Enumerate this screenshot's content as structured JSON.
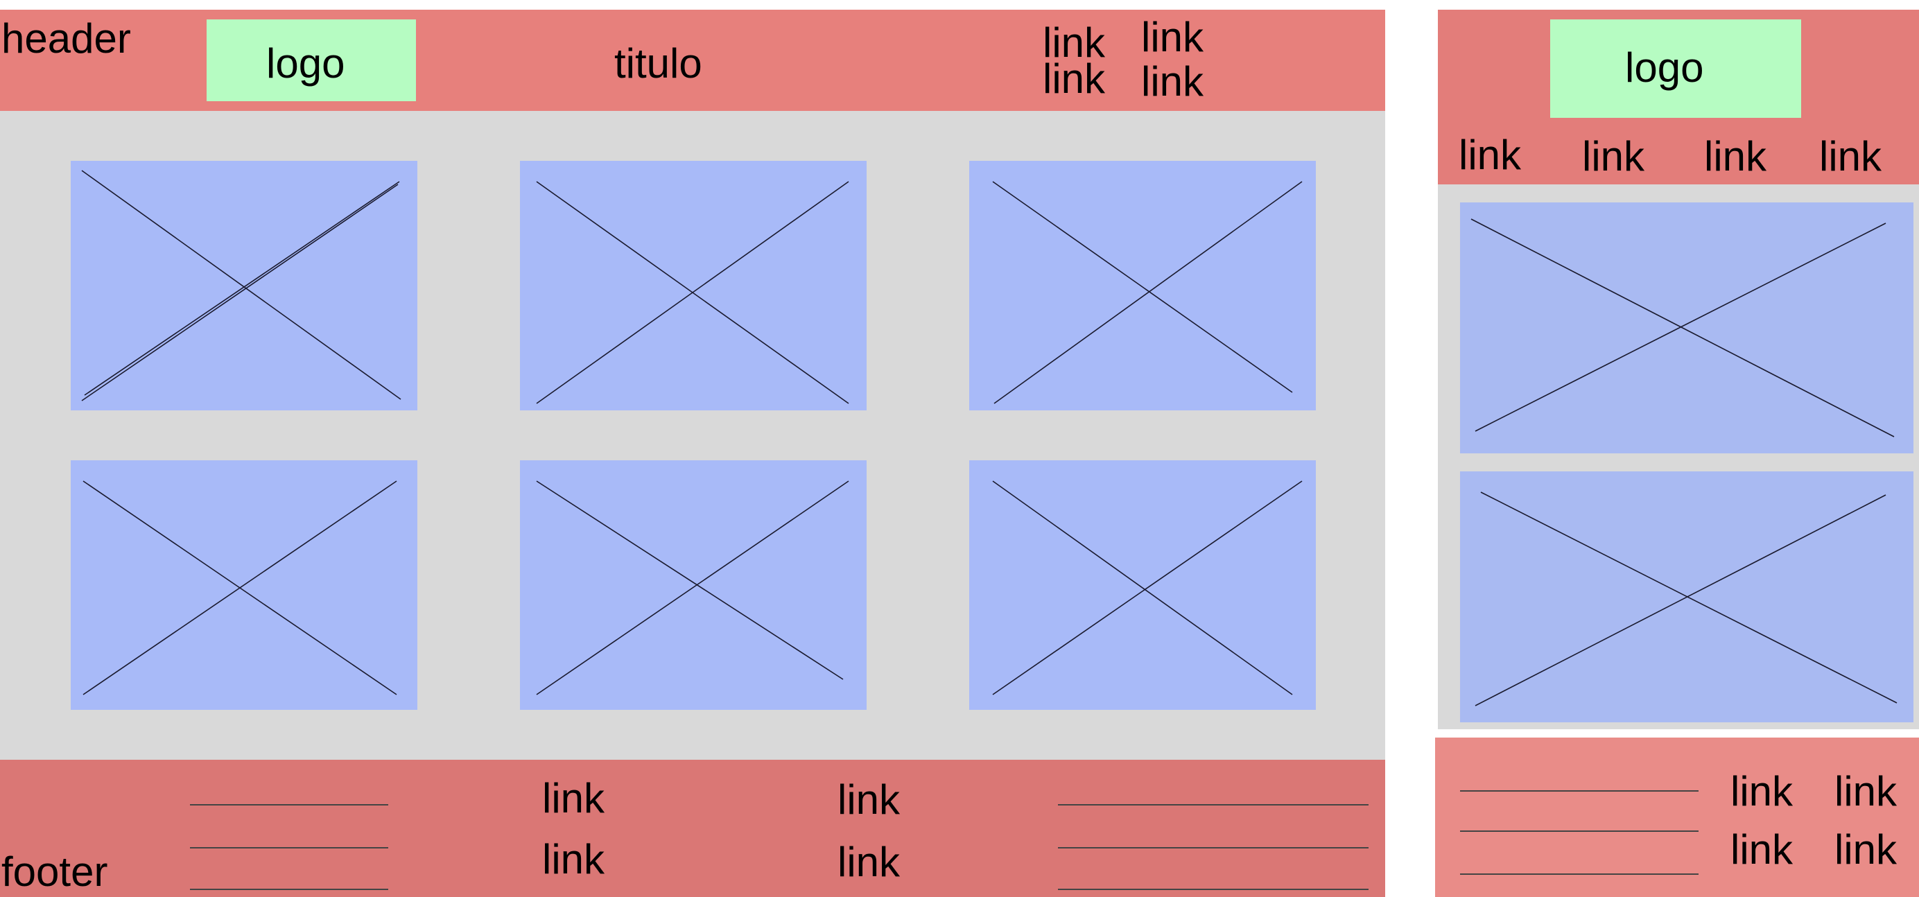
{
  "desktop": {
    "header": {
      "label": "header",
      "logo": "logo",
      "title": "titulo",
      "links": [
        "link",
        "link",
        "link",
        "link"
      ]
    },
    "gallery": {
      "image_count": 6
    },
    "footer": {
      "label": "footer",
      "links": [
        "link",
        "link",
        "link",
        "link"
      ]
    }
  },
  "mobile": {
    "header": {
      "logo": "logo",
      "links": [
        "link",
        "link",
        "link",
        "link"
      ]
    },
    "gallery": {
      "image_count": 2
    },
    "footer": {
      "links": [
        "link",
        "link",
        "link",
        "link"
      ]
    }
  },
  "colors": {
    "header_bg": "#e7807c",
    "content_bg": "#d9d9d9",
    "footer_bg": "#da7775",
    "logo_bg": "#b6fcc2",
    "image_placeholder": "#a8baf8"
  },
  "icons": {
    "image_placeholder": "x-cross-placeholder-icon"
  }
}
